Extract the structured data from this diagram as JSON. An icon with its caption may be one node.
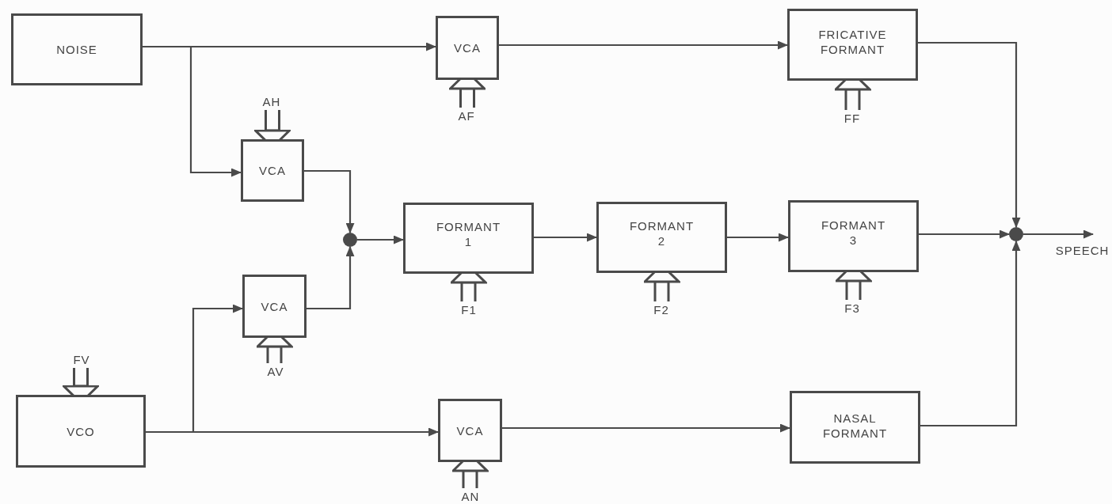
{
  "diagram": {
    "nodes": [
      {
        "text": [
          "NOISE"
        ]
      },
      {
        "text": [
          "VCA"
        ]
      },
      {
        "text": [
          "FRICATIVE FORMANT"
        ]
      },
      {
        "text": [
          "VCA"
        ]
      },
      {
        "text": [
          "VCA"
        ]
      },
      {
        "text": [],
        "shape": "circle"
      },
      {
        "text": [
          "FORMANT 1"
        ]
      },
      {
        "text": [
          "FORMANT 2"
        ]
      },
      {
        "text": [
          "FORMANT 3"
        ]
      },
      {
        "text": [],
        "shape": "circle"
      },
      {
        "text": [
          "VCO"
        ]
      },
      {
        "text": [
          "VCA"
        ]
      },
      {
        "text": [
          "NASAL FORMANT"
        ]
      },
      {
        "text": [
          "AF"
        ]
      },
      {
        "text": [
          "FF"
        ]
      },
      {
        "text": [
          "AH"
        ]
      },
      {
        "text": [
          "AV"
        ]
      },
      {
        "text": [
          "F1"
        ]
      },
      {
        "text": [
          "F2"
        ]
      },
      {
        "text": [
          "F3"
        ]
      },
      {
        "text": [
          "FV"
        ]
      },
      {
        "text": [
          "AN"
        ]
      },
      {
        "text": [
          "SPEECH"
        ]
      }
    ],
    "edges": [
      {
        "from": 0,
        "to": 1,
        "arrow": "to"
      },
      {
        "from": 0,
        "to": 3,
        "arrow": "to"
      },
      {
        "from": 1,
        "to": 2,
        "arrow": "to"
      },
      {
        "from": 3,
        "to": 5,
        "arrow": "to"
      },
      {
        "from": 4,
        "to": 5,
        "arrow": "to"
      },
      {
        "from": 5,
        "to": 6,
        "arrow": "to"
      },
      {
        "from": 6,
        "to": 7,
        "arrow": "to"
      },
      {
        "from": 7,
        "to": 8,
        "arrow": "to"
      },
      {
        "from": 8,
        "to": 9,
        "arrow": "to"
      },
      {
        "from": 2,
        "to": 9,
        "arrow": "to"
      },
      {
        "from": 12,
        "to": 9,
        "arrow": "to"
      },
      {
        "from": 9,
        "to": 22,
        "arrow": "to"
      },
      {
        "from": 10,
        "to": 4,
        "arrow": "to"
      },
      {
        "from": 10,
        "to": 11,
        "arrow": "to"
      },
      {
        "from": 11,
        "to": 12,
        "arrow": "to"
      },
      {
        "from": 13,
        "to": 1,
        "arrow": "to",
        "style": "thick"
      },
      {
        "from": 14,
        "to": 2,
        "arrow": "to",
        "style": "thick"
      },
      {
        "from": 15,
        "to": 3,
        "arrow": "to",
        "style": "thick"
      },
      {
        "from": 16,
        "to": 4,
        "arrow": "to",
        "style": "thick"
      },
      {
        "from": 17,
        "to": 6,
        "arrow": "to",
        "style": "thick"
      },
      {
        "from": 18,
        "to": 7,
        "arrow": "to",
        "style": "thick"
      },
      {
        "from": 19,
        "to": 8,
        "arrow": "to",
        "style": "thick"
      },
      {
        "from": 20,
        "to": 10,
        "arrow": "to",
        "style": "thick"
      },
      {
        "from": 21,
        "to": 11,
        "arrow": "to",
        "style": "thick"
      }
    ]
  }
}
